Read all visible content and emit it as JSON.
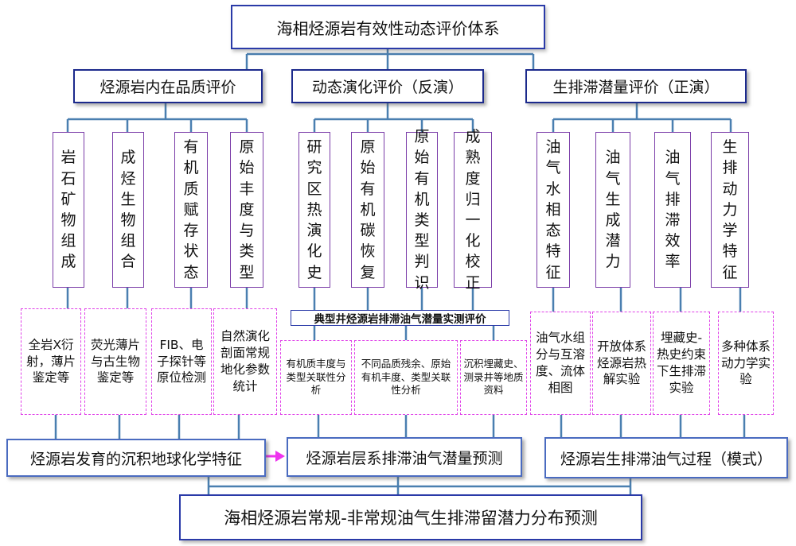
{
  "title": "海相烃源岩有效性动态评价体系",
  "categories": [
    "烃源岩内在品质评价",
    "动态演化评价（反演）",
    "生排滞潜量评价（正演）"
  ],
  "items": [
    "岩石矿物组成",
    "成烃生物组合",
    "有机质赋存状态",
    "原始丰度与类型",
    "研究区热演化史",
    "原始有机碳恢复",
    "原始有机类型判识",
    "成熟度归一化校正",
    "油气水相态特征",
    "油气生成潜力",
    "油气排滞效率",
    "生排动力学特征"
  ],
  "methods_left": [
    "全岩X衍射，薄片鉴定等",
    "荧光薄片与古生物鉴定等",
    "FIB、电子探针等原位检测",
    "自然演化剖面常规地化参数统计"
  ],
  "center_label": "典型井烃源岩排滞油气潜量实测评价",
  "methods_center": [
    "有机质丰度与类型关联性分析",
    "不同品质残余、原始有机丰度、类型关联性分析",
    "沉积埋藏史、测录井等地质资料"
  ],
  "methods_right": [
    "油气水组分与互溶度、流体相图",
    "开放体系烃源岩热解实验",
    "埋藏史-热史约束下生排滞实验",
    "多种体系动力学实验"
  ],
  "bottom": [
    "烃源岩发育的沉积地球化学特征",
    "烃源岩层系排滞油气潜量预测",
    "烃源岩生排滞油气过程（模式）"
  ],
  "final": "海相烃源岩常规-非常规油气生排滞留潜力分布预测",
  "colors": {
    "connector": "#4a7fb0",
    "arrow": "#ee33ee",
    "item_border": "#7a3ca8",
    "method_border": "#e040e8"
  }
}
